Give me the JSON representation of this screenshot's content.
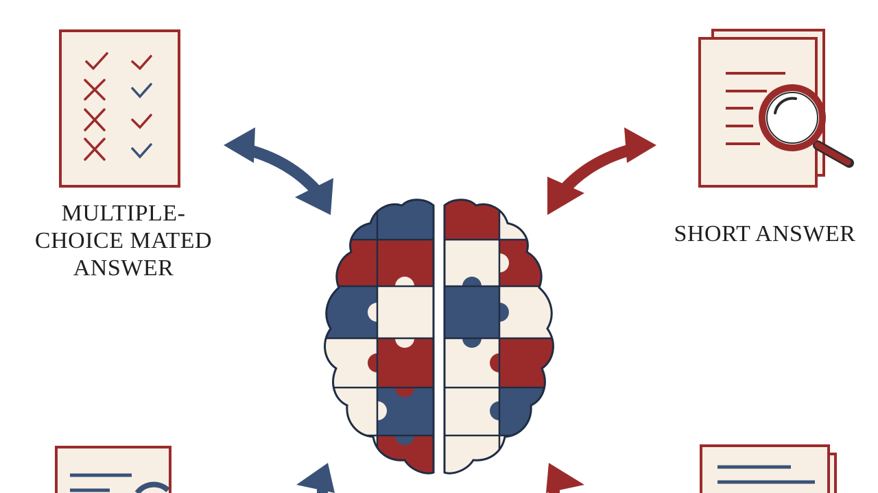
{
  "labels": {
    "multiple_choice_line1": "MULTIPLE-",
    "multiple_choice_line2": "CHOICE MATED",
    "multiple_choice_line3": "ANSWER",
    "short_answer": "SHORT ANSWER"
  },
  "icons": {
    "top_left": "checklist-document-icon",
    "top_right": "document-magnifier-icon",
    "bottom_left": "document-icon",
    "bottom_right": "document-icon",
    "center": "puzzle-brain-icon"
  },
  "colors": {
    "red": "#9b2b2b",
    "navy": "#3a5278",
    "cream": "#f8efe4",
    "ink": "#1f1f1f"
  }
}
